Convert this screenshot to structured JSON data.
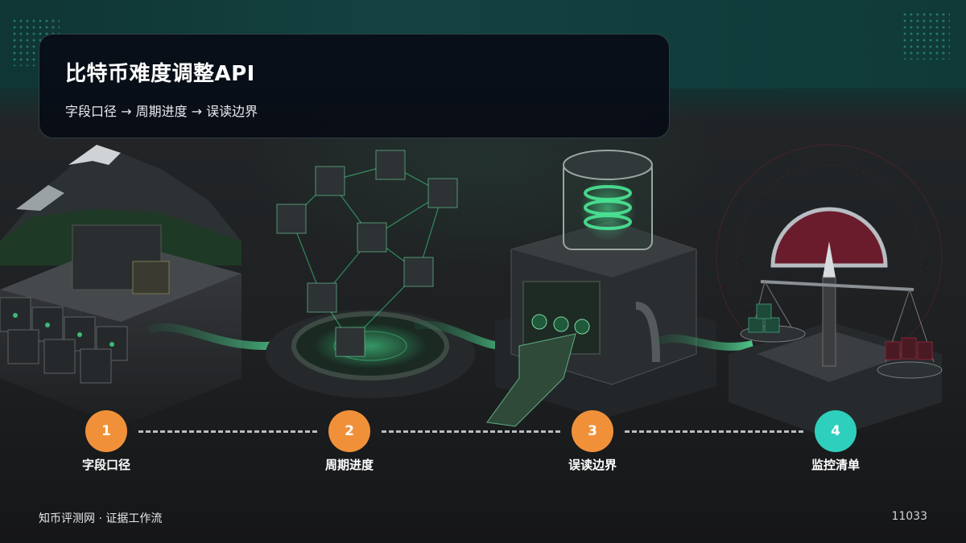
{
  "header": {
    "title": "比特币难度调整API",
    "subtitle": "字段口径 → 周期进度 → 误读边界"
  },
  "steps": [
    {
      "number": "1",
      "label": "字段口径",
      "color": "#f0913a"
    },
    {
      "number": "2",
      "label": "周期进度",
      "color": "#f0913a"
    },
    {
      "number": "3",
      "label": "误读边界",
      "color": "#f0913a"
    },
    {
      "number": "4",
      "label": "监控清单",
      "color": "#2fcfbd"
    }
  ],
  "footer": {
    "brand": "知币评测网 · 证据工作流",
    "page_id": "11033"
  },
  "colors": {
    "accent_orange": "#f0913a",
    "accent_teal": "#2fcfbd",
    "glow_green": "#3fe08a",
    "gauge_red": "#8c2136"
  }
}
